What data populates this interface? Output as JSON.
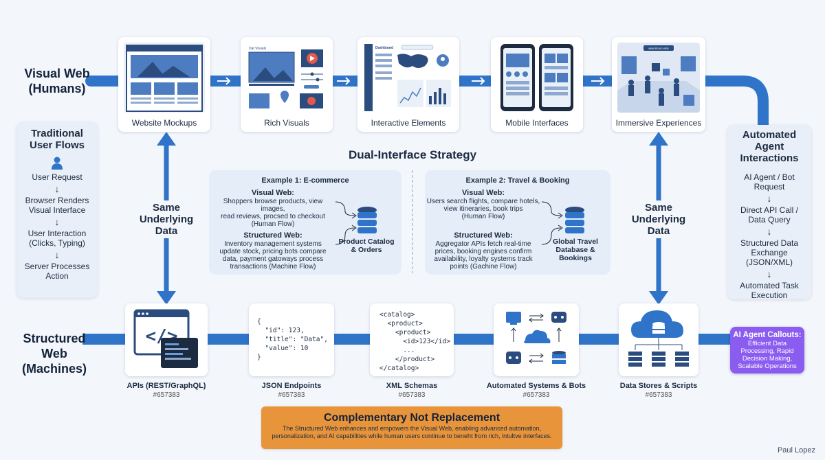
{
  "title": "Dual-Interface Strategy",
  "visual_row": "Visual Web\n(Humans)",
  "structured_row": "Structured Web\n(Machines)",
  "top_cards": [
    "Website Mockups",
    "Rich Visuals",
    "Interactive Elements",
    "Mobile Interfaces",
    "Immersive Experiences"
  ],
  "left_panel": {
    "title": "Traditional\nUser Flows",
    "steps": [
      "User Request",
      "Browser Renders\nVisual Interface",
      "User Interaction\n(Clicks, Typing)",
      "Server Processes\nAction"
    ]
  },
  "right_panel": {
    "title": "Automated Agent\nInteractions",
    "steps": [
      "AI Agent / Bot\nRequest",
      "Direct API Call /\nData Query",
      "Structured Data\nExchange\n(JSON/XML)",
      "Automated Task\nExecution"
    ]
  },
  "same_data": "Same\nUnderlying\nData",
  "example1": {
    "title": "Example 1: E-commerce",
    "visual_head": "Visual Web:",
    "visual_text": "Shoppers browse products, view images,\nread reviews, procsed to checkout\n(Human Flow)",
    "struct_head": "Structured Web:",
    "struct_text": "Inventory management systems\nupdate stock, pricing bots compare\ndata, payment gatoways process\ntransactions (Machine Flow)",
    "db": "Product Catalog\n& Orders"
  },
  "example2": {
    "title": "Example 2: Travel & Booking",
    "visual_head": "Visual Web:",
    "visual_text": "Users search flights, compare hotels,\nview itineraries, book trips\n(Human Flow)",
    "struct_head": "Structured Web:",
    "struct_text": "Aggregator APIs fetch real-time\nprices, booking engines confirm\navailability, loyalty systems track\npoints (Gachine Flow)",
    "db": "Global Travel\nDatabase &\nBookings"
  },
  "bottom_cards": [
    {
      "label": "APIs (REST/GraphQL)",
      "code": "#657383"
    },
    {
      "label": "JSON Endpoints",
      "code": "#657383"
    },
    {
      "label": "XML Schemas",
      "code": "#657383"
    },
    {
      "label": "Automated Systems & Bots",
      "code": "#657383"
    },
    {
      "label": "Data Stores & Scripts",
      "code": "#657383"
    }
  ],
  "json_snippet": "{\n  \"id\": 123,\n  \"title\": \"Data\",\n  \"value\": 10\n}",
  "xml_snippet": "<catalog>\n  <product>\n    <product>\n      <id>123</id>\n      ...\n    </product>\n</catalog>",
  "callout": {
    "title": "AI Agent Callouts:",
    "text": "Efficient Data\nProcessing, Rapid\nDecision Making,\nScalable Operations"
  },
  "complementary": {
    "title": "Complementary Not Replacement",
    "text": "The Structured Web enhances and empowers the Visual Web, enabling advanced automation,\npersonalization, and AI capabilities while human users continue to beneht from rich, intultve interfaces."
  },
  "author": "Paul Lopez",
  "thumb_texts": {
    "rich_visuals": "Dat Visuals",
    "dashboard": "Dashboard",
    "immersive": "IMMERSIVE WEB"
  },
  "colors": {
    "pipe": "#2f74c8",
    "accent": "#1f5fae",
    "callout": "#8b5cf0",
    "banner": "#e8943a"
  }
}
